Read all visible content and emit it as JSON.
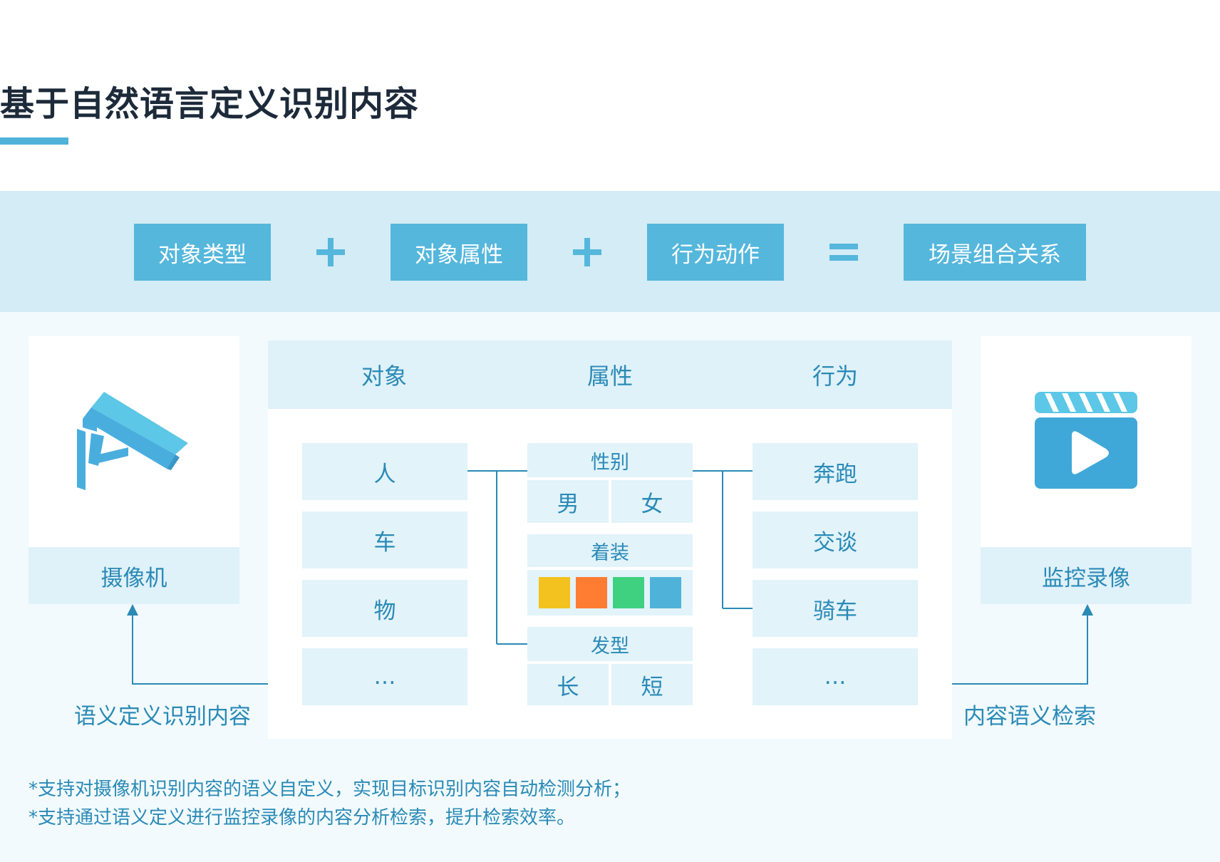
{
  "title": "基于自然语言定义识别内容",
  "formula": {
    "box1": "对象类型",
    "box2": "对象属性",
    "box3": "行为动作",
    "result": "场景组合关系",
    "op_plus": "+",
    "op_equals": "="
  },
  "left_card": {
    "label": "摄像机",
    "icon": "security-camera-icon"
  },
  "right_card": {
    "label": "监控录像",
    "icon": "video-play-icon"
  },
  "columns": {
    "object": "对象",
    "attribute": "属性",
    "action": "行为"
  },
  "objects": [
    "人",
    "车",
    "物",
    "…"
  ],
  "attributes": {
    "gender": {
      "label": "性别",
      "options": [
        "男",
        "女"
      ]
    },
    "clothing": {
      "label": "着装",
      "colors": [
        "#f4c21f",
        "#ff7c33",
        "#3fd17f",
        "#4fb3d9"
      ]
    },
    "hairstyle": {
      "label": "发型",
      "options": [
        "长",
        "短"
      ]
    }
  },
  "actions": [
    "奔跑",
    "交谈",
    "骑车",
    "…"
  ],
  "captions": {
    "left": "语义定义识别内容",
    "right": "内容语义检索"
  },
  "notes": [
    "*支持对摄像机识别内容的语义自定义，实现目标识别内容自动检测分析；",
    "*支持通过语义定义进行监控录像的内容分析检索，提升检索效率。"
  ]
}
